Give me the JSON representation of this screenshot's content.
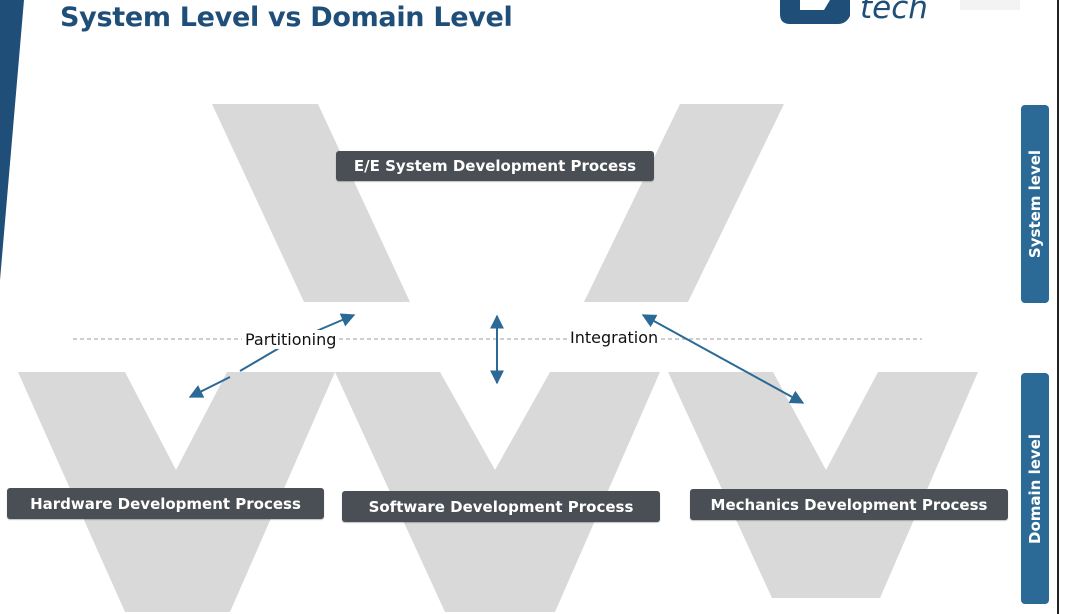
{
  "header": {
    "title": "System Level vs Domain Level",
    "logo_text": "tech"
  },
  "diagram": {
    "system_process": "E/E System Development Process",
    "domain_processes": [
      "Hardware Development Process",
      "Software Development Process",
      "Mechanics Development Process"
    ],
    "labels": {
      "partitioning": "Partitioning",
      "integration": "Integration"
    },
    "levels": {
      "system": "System level",
      "domain": "Domain level"
    }
  },
  "colors": {
    "v_shape": "#d9d9d9",
    "process_box": "#4a4f55",
    "level_bar": "#2b6a96",
    "arrow": "#2b6a96",
    "title": "#1f4e79"
  }
}
